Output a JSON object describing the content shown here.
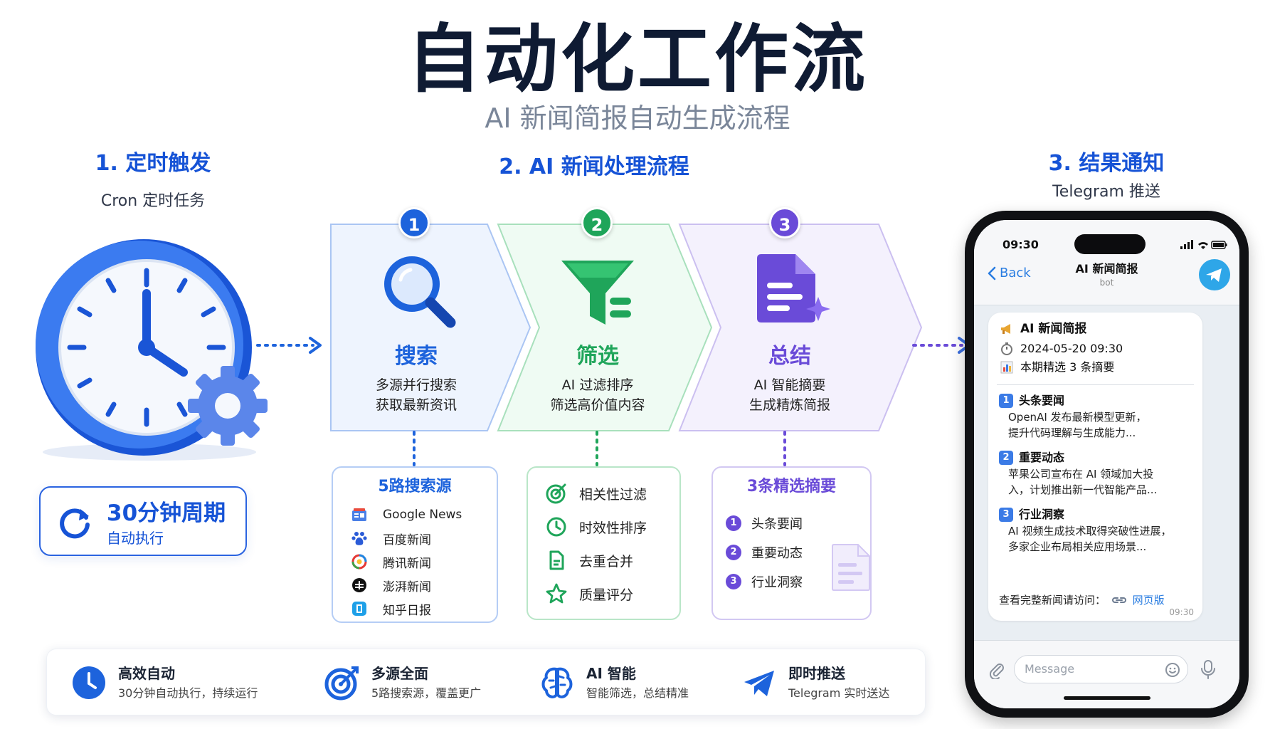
{
  "header": {
    "title": "自动化工作流",
    "subtitle": "AI 新闻简报自动生成流程"
  },
  "trigger": {
    "heading": "1. 定时触发",
    "sub": "Cron 定时任务",
    "period_main": "30分钟周期",
    "period_sub": "自动执行"
  },
  "process": {
    "heading": "2. AI 新闻处理流程",
    "stages": [
      {
        "num": "1",
        "title": "搜索",
        "desc1": "多源并行搜索",
        "desc2": "获取最新资讯",
        "color": "#1d63dc"
      },
      {
        "num": "2",
        "title": "筛选",
        "desc1": "AI 过滤排序",
        "desc2": "筛选高价值内容",
        "color": "#1fa55a"
      },
      {
        "num": "3",
        "title": "总结",
        "desc1": "AI 智能摘要",
        "desc2": "生成精炼简报",
        "color": "#6a4bd8"
      }
    ],
    "sources": {
      "title": "5路搜索源",
      "items": [
        "Google News",
        "百度新闻",
        "腾讯新闻",
        "澎湃新闻",
        "知乎日报"
      ]
    },
    "filters": {
      "items": [
        "相关性过滤",
        "时效性排序",
        "去重合并",
        "质量评分"
      ]
    },
    "summary": {
      "title": "3条精选摘要",
      "items": [
        {
          "n": "1",
          "label": "头条要闻"
        },
        {
          "n": "2",
          "label": "重要动态"
        },
        {
          "n": "3",
          "label": "行业洞察"
        }
      ]
    }
  },
  "notify": {
    "heading": "3. 结果通知",
    "sub": "Telegram 推送"
  },
  "phone": {
    "time": "09:30",
    "back": "Back",
    "chat_title": "AI 新闻简报",
    "chat_sub": "bot",
    "msg_title": "AI 新闻简报",
    "msg_date": "2024-05-20 09:30",
    "msg_count": "本期精选 3 条摘要",
    "sections": [
      {
        "n": "1",
        "title": "头条要闻",
        "line1": "OpenAI 发布最新模型更新，",
        "line2": "提升代码理解与生成能力..."
      },
      {
        "n": "2",
        "title": "重要动态",
        "line1": "苹果公司宣布在 AI 领域加大投",
        "line2": "入，计划推出新一代智能产品..."
      },
      {
        "n": "3",
        "title": "行业洞察",
        "line1": "AI 视频生成技术取得突破性进展，",
        "line2": "多家企业布局相关应用场景..."
      }
    ],
    "link_text": "查看完整新闻请访问：",
    "link_label": "网页版",
    "bubble_time": "09:30",
    "input_placeholder": "Message"
  },
  "features": [
    {
      "title": "高效自动",
      "desc": "30分钟自动执行，持续运行"
    },
    {
      "title": "多源全面",
      "desc": "5路搜索源，覆盖更广"
    },
    {
      "title": "AI 智能",
      "desc": "智能筛选，总结精准"
    },
    {
      "title": "即时推送",
      "desc": "Telegram 实时送达"
    }
  ],
  "colors": {
    "blue": "#1d63dc",
    "green": "#1fa55a",
    "purple": "#6a4bd8",
    "telegram": "#2ea6e8"
  }
}
